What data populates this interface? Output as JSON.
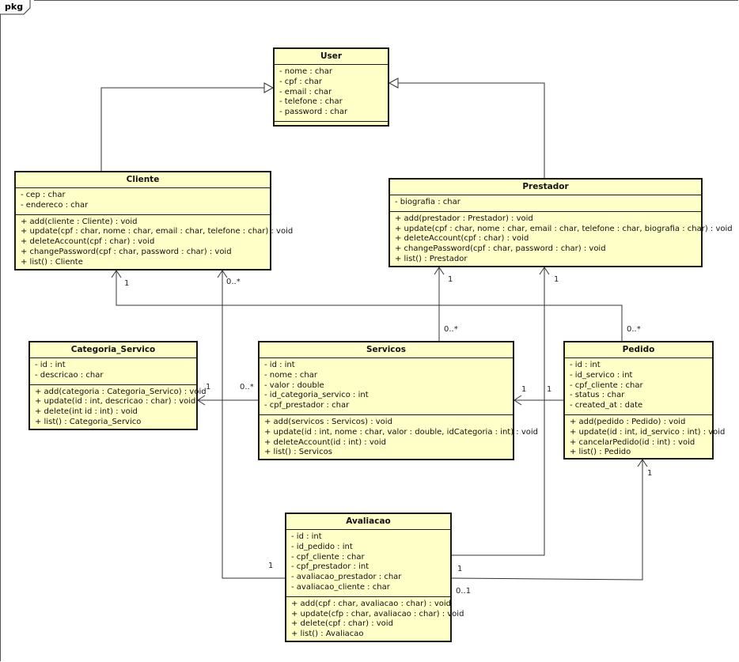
{
  "package": {
    "label": "pkg"
  },
  "classes": {
    "user": {
      "name": "User",
      "attributes": [
        "- nome : char",
        "- cpf : char",
        "- email : char",
        "- telefone : char",
        "- password : char"
      ],
      "operations": []
    },
    "cliente": {
      "name": "Cliente",
      "attributes": [
        "- cep : char",
        "- endereco : char"
      ],
      "operations": [
        "+ add(cliente : Cliente) : void",
        "+ update(cpf : char, nome : char, email : char, telefone : char) : void",
        "+ deleteAccount(cpf : char) : void",
        "+ changePassword(cpf : char, password : char) : void",
        "+ list() : Cliente"
      ]
    },
    "prestador": {
      "name": "Prestador",
      "attributes": [
        "- biografia : char"
      ],
      "operations": [
        "+ add(prestador : Prestador) : void",
        "+ update(cpf : char, nome : char, email : char, telefone : char, biografia : char) : void",
        "+ deleteAccount(cpf : char) : void",
        "+ changePassword(cpf : char, password : char) : void",
        "+ list() : Prestador"
      ]
    },
    "categoria": {
      "name": "Categoria_Servico",
      "attributes": [
        "- id : int",
        "- descricao : char"
      ],
      "operations": [
        "+ add(categoria : Categoria_Servico) : void",
        "+ update(id : int, descricao : char) : void",
        "+ delete(int id : int) : void",
        "+ list() : Categoria_Servico"
      ]
    },
    "servicos": {
      "name": "Servicos",
      "attributes": [
        "- id : int",
        "- nome : char",
        "- valor : double",
        "- id_categoria_servico : int",
        "- cpf_prestador : char"
      ],
      "operations": [
        "+ add(servicos : Servicos) : void",
        "+ update(id : int, nome : char, valor : double, idCategoria : int) : void",
        "+ deleteAccount(id : int) : void",
        "+ list() : Servicos"
      ]
    },
    "pedido": {
      "name": "Pedido",
      "attributes": [
        "- id : int",
        "- id_servico : int",
        "- cpf_cliente : char",
        "- status : char",
        "- created_at : date"
      ],
      "operations": [
        "+ add(pedido : Pedido) : void",
        "+ update(id : int, id_servico : int) : void",
        "+ cancelarPedido(id : int) : void",
        "+ list() : Pedido"
      ]
    },
    "avaliacao": {
      "name": "Avaliacao",
      "attributes": [
        "- id : int",
        "- id_pedido : int",
        "- cpf_cliente : char",
        "- cpf_prestador : int",
        "- avaliacao_prestador : char",
        "- avaliacao_cliente : char"
      ],
      "operations": [
        "+ add(cpf : char, avaliacao : char) : void",
        "+ update(cfp : char, avaliacao : char) : void",
        "+ delete(cpf : char) : void",
        "+ list() : Avaliacao"
      ]
    }
  },
  "multiplicities": {
    "cliente_pedido_cliente_end": "1",
    "cliente_pedido_pedido_end": "0..*",
    "cliente_avaliacao_cliente_end": "0..*",
    "cliente_avaliacao_avaliacao_end": "1",
    "prestador_servicos_prestador_end": "1",
    "prestador_servicos_servicos_end": "0..*",
    "prestador_avaliacao_prestador_end": "1",
    "prestador_avaliacao_avaliacao_end": "1",
    "categoria_servicos_categoria_end": "1",
    "categoria_servicos_servicos_end": "0..*",
    "servicos_pedido_servicos_end": "1",
    "servicos_pedido_pedido_end": "1",
    "pedido_avaliacao_pedido_end": "1",
    "pedido_avaliacao_avaliacao_end": "0..1"
  }
}
